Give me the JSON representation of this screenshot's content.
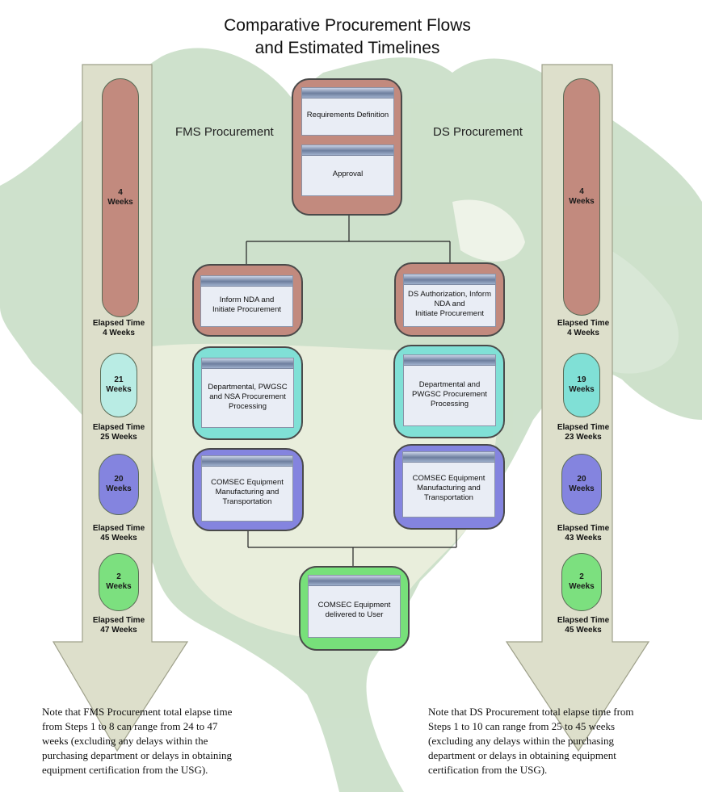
{
  "title_line1": "Comparative Procurement Flows",
  "title_line2": "and Estimated Timelines",
  "fms_heading": "FMS Procurement",
  "ds_heading": "DS Procurement",
  "colors": {
    "brown": "#c28a7e",
    "turquoise": "#7fe3d8",
    "purple": "#7f7fdb",
    "green": "#77e07a",
    "arrow": "#dddfcb"
  },
  "top_steps": {
    "requirements": "Requirements Definition",
    "approval": "Approval"
  },
  "fms_steps": {
    "inform": "Inform NDA and\nInitiate Procurement",
    "processing": "Departmental, PWGSC\nand NSA Procurement\nProcessing",
    "manufacturing": "COMSEC Equipment\nManufacturing and\nTransportation"
  },
  "ds_steps": {
    "inform": "DS Authorization, Inform\nNDA and\nInitiate Procurement",
    "processing": "Departmental and\nPWGSC Procurement\nProcessing",
    "manufacturing": "COMSEC Equipment\nManufacturing and\nTransportation"
  },
  "final_step": "COMSEC Equipment\ndelivered to User",
  "fms_timeline": {
    "durations": [
      "4\nWeeks",
      "21\nWeeks",
      "20\nWeeks",
      "2\nWeeks"
    ],
    "elapsed": [
      "Elapsed Time\n4 Weeks",
      "Elapsed Time\n25 Weeks",
      "Elapsed Time\n45 Weeks",
      "Elapsed Time\n47 Weeks"
    ]
  },
  "ds_timeline": {
    "durations": [
      "4\nWeeks",
      "19\nWeeks",
      "20\nWeeks",
      "2\nWeeks"
    ],
    "elapsed": [
      "Elapsed Time\n4 Weeks",
      "Elapsed Time\n23 Weeks",
      "Elapsed Time\n43 Weeks",
      "Elapsed Time\n45 Weeks"
    ]
  },
  "fms_note": [
    "Note that FMS Procurement total elapse time",
    "from Steps 1 to 8 can range from 24 to 47",
    "weeks (excluding any delays within the",
    "purchasing department or delays in obtaining",
    "equipment certification from the USG)."
  ],
  "ds_note": [
    "Note that DS Procurement total elapse time from",
    "Steps 1 to 10 can range from 25 to 45 weeks",
    "(excluding any delays within the purchasing",
    "department or delays in obtaining equipment",
    "certification from the USG)."
  ]
}
